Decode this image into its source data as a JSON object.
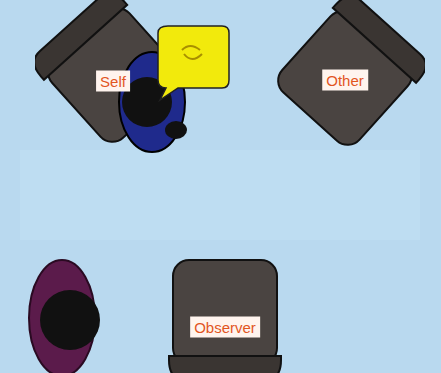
{
  "diagram": {
    "nodes": [
      {
        "text": [
          "Self"
        ]
      },
      {
        "text": [
          "Other"
        ]
      },
      {
        "text": [
          "Observer"
        ]
      }
    ]
  }
}
